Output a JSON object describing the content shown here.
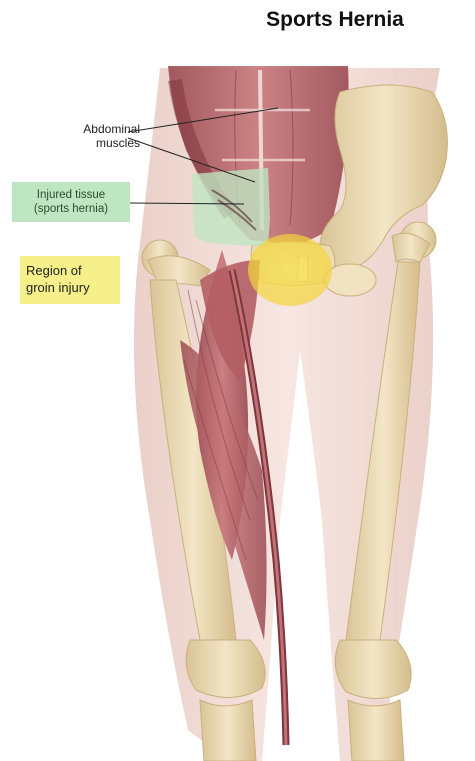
{
  "title": "Sports Hernia",
  "labels": {
    "abdominal": [
      "Abdominal",
      "muscles"
    ],
    "injured": [
      "Injured tissue",
      "(sports hernia)"
    ],
    "groin": [
      "Region of",
      "groin injury"
    ]
  },
  "colors": {
    "skin": "#f4dcd6",
    "bone": "#ecdcb6",
    "bone_shadow": "#d6c092",
    "muscle": "#b9656a",
    "muscle_dark": "#8f3f47",
    "injury_highlight": "#bfe6c2",
    "groin_highlight": "#f6e35a"
  }
}
